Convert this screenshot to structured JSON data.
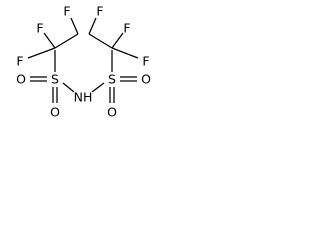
{
  "molecule": {
    "atoms": {
      "fluorine": "F",
      "sulfur": "S",
      "oxygen": "O",
      "nitrogen_hydrogen": "NH"
    }
  }
}
